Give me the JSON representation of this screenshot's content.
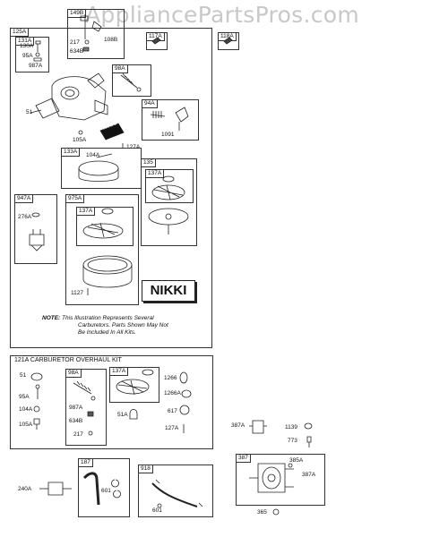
{
  "watermark": "AppliancePartsPros.com",
  "top_group": {
    "tab": "125A",
    "boxes": {
      "b131A": {
        "tab": "131A",
        "labels": [
          "130A",
          "95A",
          "987A"
        ]
      },
      "b149B": {
        "tab": "149B",
        "labels": [
          "108B",
          "217",
          "634B"
        ]
      },
      "b117A": {
        "tab": "117A"
      },
      "b98A": {
        "tab": "98A"
      },
      "b94A": {
        "tab": "94A",
        "labels": [
          "1091"
        ]
      },
      "b133A": {
        "tab": "133A",
        "labels": [
          "104A"
        ]
      },
      "b135": {
        "tab": "135"
      },
      "b137A_top": {
        "tab": "137A"
      },
      "b947A": {
        "tab": "947A",
        "labels": [
          "276A"
        ]
      },
      "b975A": {
        "tab": "975A",
        "labels": [
          "1127"
        ]
      },
      "b137A_mid": {
        "tab": "137A"
      }
    },
    "loose_labels": [
      "51",
      "105A",
      "127A"
    ],
    "nikki_small": "NIKKI",
    "nikki_big": "NIKKI",
    "note": {
      "prefix": "NOTE:",
      "line1": " This Illustration Represents Several",
      "line2": "Carburetors. Parts Shown May Not",
      "line3": "Be Included In All Kits."
    }
  },
  "b118A": {
    "tab": "118A"
  },
  "kit": {
    "tab": "121A",
    "title": "CARBURETOR OVERHAUL KIT",
    "left_labels": [
      "51",
      "95A",
      "104A",
      "105A"
    ],
    "b98A": {
      "tab": "98A",
      "labels": [
        "987A",
        "634B",
        "217"
      ]
    },
    "b137A": {
      "tab": "137A",
      "labels": [
        "51A"
      ]
    },
    "right_labels": [
      "1266",
      "1266A",
      "617",
      "127A"
    ]
  },
  "loose_right": [
    "387A",
    "1139",
    "773"
  ],
  "bottom": {
    "left_label": "240A",
    "b187": {
      "tab": "187",
      "labels": [
        "601"
      ]
    },
    "b918": {
      "tab": "918",
      "labels": [
        "601"
      ]
    },
    "b387": {
      "tab": "387",
      "labels": [
        "385A",
        "387A"
      ]
    },
    "label_365": "365"
  }
}
